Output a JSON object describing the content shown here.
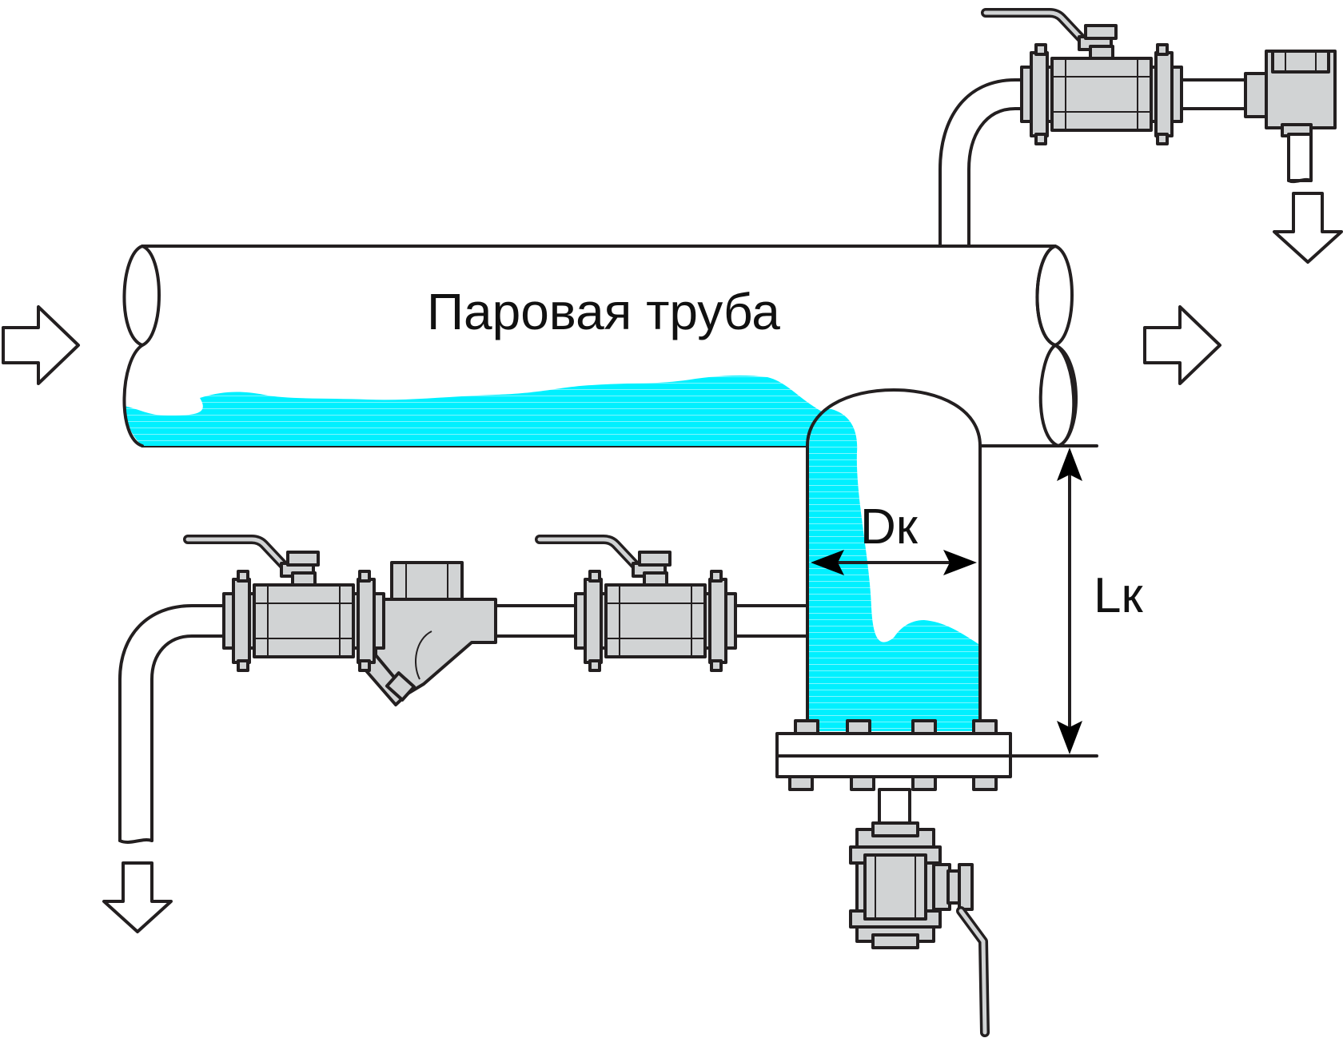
{
  "labels": {
    "pipe": "Паровая труба",
    "diameter": "Dк",
    "length": "Lк"
  },
  "colors": {
    "water": "#00f0ff",
    "metal": "#d1d3d4",
    "outline": "#231f20"
  },
  "icons": {
    "flow_arrows": "hollow-arrow",
    "valves": "ball-valve",
    "strainer": "y-strainer",
    "trap": "steam-trap"
  }
}
